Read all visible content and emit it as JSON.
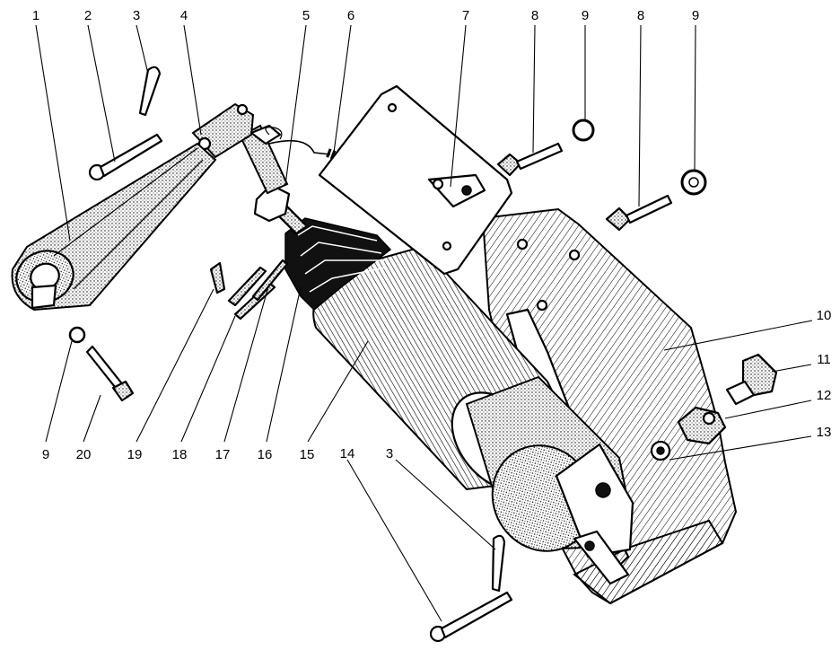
{
  "callouts": [
    {
      "id": "c1",
      "text": "1"
    },
    {
      "id": "c2",
      "text": "2"
    },
    {
      "id": "c3a",
      "text": "3"
    },
    {
      "id": "c4",
      "text": "4"
    },
    {
      "id": "c5",
      "text": "5"
    },
    {
      "id": "c6",
      "text": "6"
    },
    {
      "id": "c7",
      "text": "7"
    },
    {
      "id": "c8a",
      "text": "8"
    },
    {
      "id": "c9a",
      "text": "9"
    },
    {
      "id": "c8b",
      "text": "8"
    },
    {
      "id": "c9b",
      "text": "9"
    },
    {
      "id": "c10",
      "text": "10"
    },
    {
      "id": "c11",
      "text": "11"
    },
    {
      "id": "c12",
      "text": "12"
    },
    {
      "id": "c13",
      "text": "13"
    },
    {
      "id": "c9c",
      "text": "9"
    },
    {
      "id": "c20",
      "text": "20"
    },
    {
      "id": "c19",
      "text": "19"
    },
    {
      "id": "c18",
      "text": "18"
    },
    {
      "id": "c17",
      "text": "17"
    },
    {
      "id": "c16",
      "text": "16"
    },
    {
      "id": "c15",
      "text": "15"
    },
    {
      "id": "c14",
      "text": "14"
    },
    {
      "id": "c3b",
      "text": "3"
    }
  ]
}
